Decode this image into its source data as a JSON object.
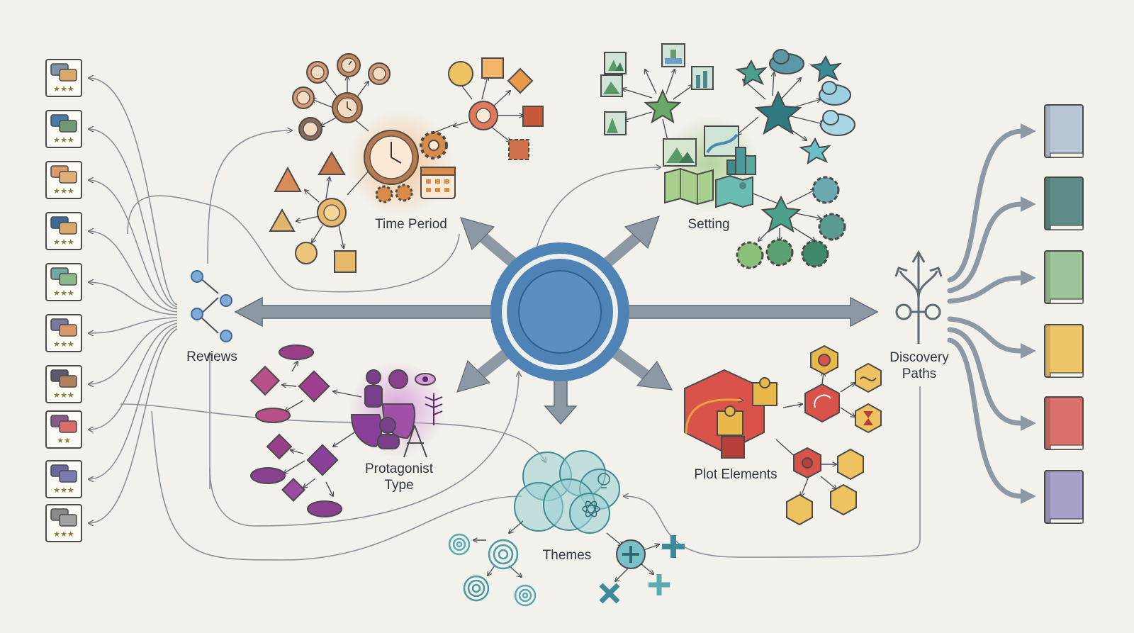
{
  "labels": {
    "time_period": "Time Period",
    "setting": "Setting",
    "reviews": "Reviews",
    "discovery_line1": "Discovery",
    "discovery_line2": "Paths",
    "protagonist_line1": "Protagonist",
    "protagonist_line2": "Type",
    "plot_elements": "Plot Elements",
    "themes": "Themes"
  },
  "reviews": [
    {
      "icon": "review-card-icon",
      "stars": "★★★",
      "colors": [
        "#7f93a8",
        "#d9a86b"
      ]
    },
    {
      "icon": "review-card-icon",
      "stars": "★★★",
      "colors": [
        "#4a7aa8",
        "#6f9a78"
      ]
    },
    {
      "icon": "review-card-icon",
      "stars": "★★★",
      "colors": [
        "#d9996b",
        "#e0b07a"
      ]
    },
    {
      "icon": "review-card-icon",
      "stars": "★★★",
      "colors": [
        "#3f6a98",
        "#d9a86b"
      ]
    },
    {
      "icon": "review-card-icon",
      "stars": "★★★",
      "colors": [
        "#6fa8a0",
        "#8fb88a"
      ]
    },
    {
      "icon": "review-card-icon",
      "stars": "★★★",
      "colors": [
        "#7a7a9a",
        "#d9996b"
      ]
    },
    {
      "icon": "review-card-icon",
      "stars": "★★★",
      "colors": [
        "#5a5a6a",
        "#b08060"
      ]
    },
    {
      "icon": "review-card-icon",
      "stars": "★★",
      "colors": [
        "#8a5a8a",
        "#d96b6b"
      ]
    },
    {
      "icon": "review-card-icon",
      "stars": "★★★",
      "colors": [
        "#6a6aa0",
        "#7a7ab0"
      ]
    },
    {
      "icon": "review-card-icon",
      "stars": "★★★",
      "colors": [
        "#8a8a8a",
        "#a0a0a0"
      ]
    }
  ],
  "books": [
    {
      "icon": "book-icon",
      "color": "#b9c6d6"
    },
    {
      "icon": "book-icon",
      "color": "#5f8c86"
    },
    {
      "icon": "book-icon",
      "color": "#9cc49a"
    },
    {
      "icon": "book-icon",
      "color": "#eec66a"
    },
    {
      "icon": "book-icon",
      "color": "#d9706a"
    },
    {
      "icon": "book-icon",
      "color": "#a8a0c8"
    }
  ],
  "colors": {
    "hub": "#4f82b5",
    "arrow": "#8c99a5",
    "time": "#d99a5e",
    "setting": "#5aa687",
    "protagonist": "#8a3f8f",
    "plot": "#d9534b",
    "themes": "#58aab2"
  }
}
